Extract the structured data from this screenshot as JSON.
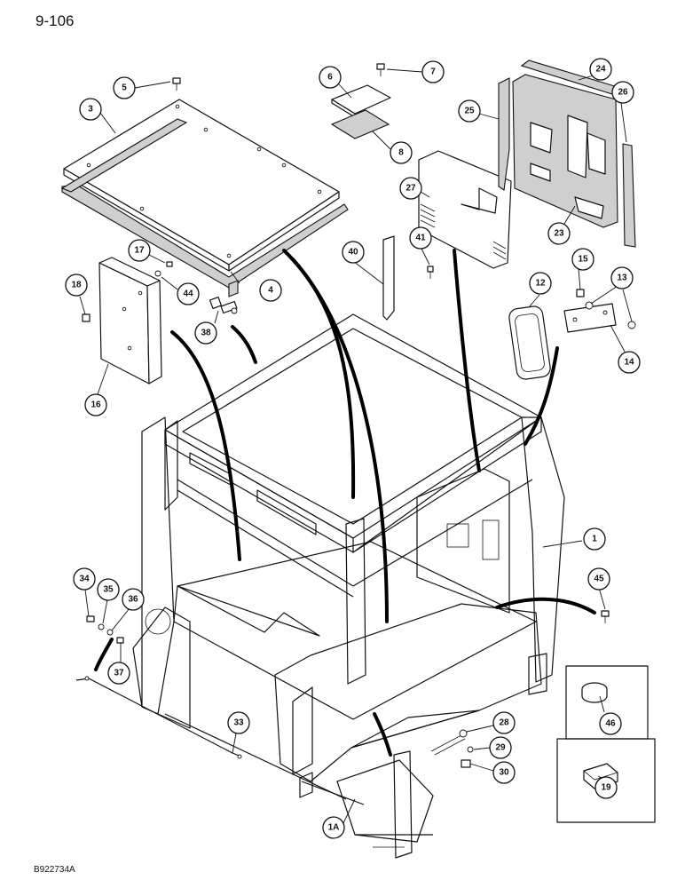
{
  "page": {
    "number": "9-106",
    "footer_code": "B922734A"
  },
  "callouts": [
    "1",
    "1A",
    "3",
    "4",
    "5",
    "6",
    "7",
    "8",
    "12",
    "13",
    "14",
    "15",
    "16",
    "17",
    "18",
    "19",
    "23",
    "24",
    "25",
    "26",
    "27",
    "28",
    "29",
    "30",
    "33",
    "34",
    "35",
    "36",
    "37",
    "38",
    "40",
    "41",
    "44",
    "45",
    "46"
  ]
}
